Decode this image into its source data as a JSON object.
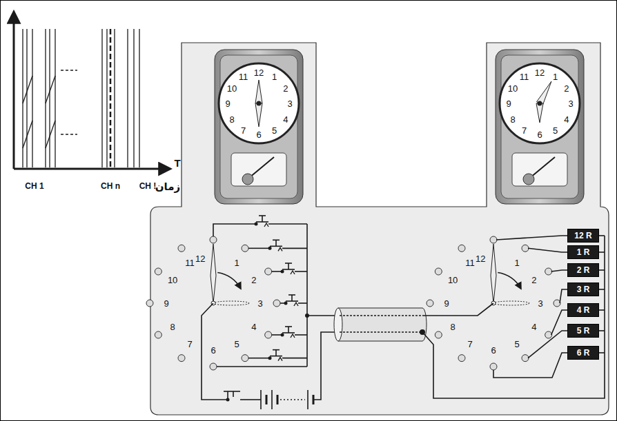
{
  "diagram": {
    "nodes": [
      {
        "text": [
          "12 R"
        ]
      },
      {
        "text": [
          "1 R"
        ]
      },
      {
        "text": [
          "2 R"
        ]
      },
      {
        "text": [
          "3 R"
        ]
      },
      {
        "text": [
          "4 R"
        ]
      },
      {
        "text": [
          "5 R"
        ]
      },
      {
        "text": [
          "6 R"
        ]
      }
    ],
    "labels": [
      "T",
      "زمان",
      "CH 1",
      "CH n",
      "CH !",
      "12",
      "1",
      "2",
      "3",
      "4",
      "5",
      "6",
      "7",
      "8",
      "9",
      "10",
      "11",
      "12",
      "1",
      "2",
      "3",
      "4",
      "5",
      "6",
      "7",
      "8",
      "9",
      "10",
      "11",
      "12",
      "1",
      "2",
      "3",
      "4",
      "5",
      "6",
      "7",
      "8",
      "9",
      "10",
      "11",
      "12",
      "1",
      "2",
      "3",
      "4",
      "5",
      "6",
      "7",
      "8",
      "9",
      "10",
      "11"
    ]
  }
}
